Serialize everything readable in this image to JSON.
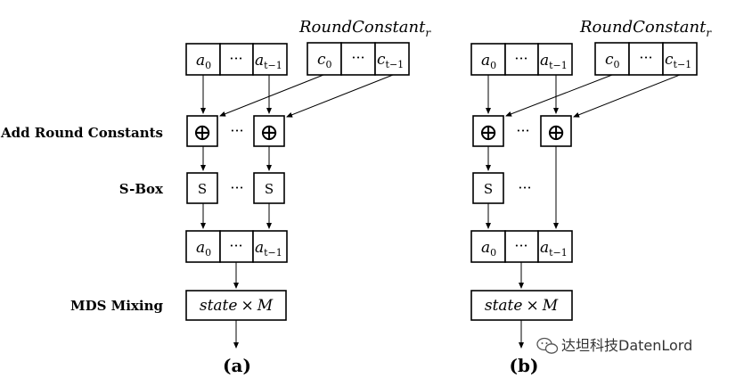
{
  "row_labels": {
    "add_round_constants": "Add Round Constants",
    "sbox": "S-Box",
    "mds_mixing": "MDS Mixing"
  },
  "state": {
    "a0": "a",
    "a0_sub": "0",
    "dots": "···",
    "at": "a",
    "at_sub": "t−1"
  },
  "round_constant": {
    "label": "RoundConstant",
    "label_sub": "r",
    "c0": "c",
    "c0_sub": "0",
    "dots": "···",
    "ct": "c",
    "ct_sub": "t−1"
  },
  "sbox_label": "S",
  "mixing": {
    "state_word": "state",
    "times": "×",
    "matrix": "M"
  },
  "xor_symbol": "⊕",
  "dots": "···",
  "captions": {
    "a": "(a)",
    "b": "(b)"
  },
  "watermark": "达坦科技DatenLord"
}
